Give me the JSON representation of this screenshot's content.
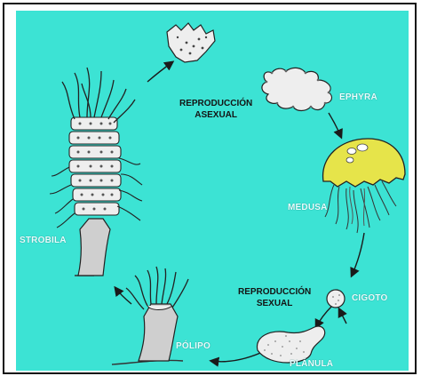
{
  "diagram": {
    "title_asexual": [
      "REPRODUCCIÓN",
      "ASEXUAL"
    ],
    "title_sexual": [
      "REPRODUCCIÓN",
      "SEXUAL"
    ],
    "stages": {
      "ephyra": "EPHYRA",
      "medusa": "MEDUSA",
      "cigoto": "CIGOTO",
      "planula": "PLÁNULA",
      "polipo": "PÓLIPO",
      "strobila": "STROBILA"
    },
    "colors": {
      "background": "#3ce3d4",
      "medusa_bell": "#e6e44a",
      "organism_fill": "#eeeeee",
      "outline": "#222222"
    }
  }
}
